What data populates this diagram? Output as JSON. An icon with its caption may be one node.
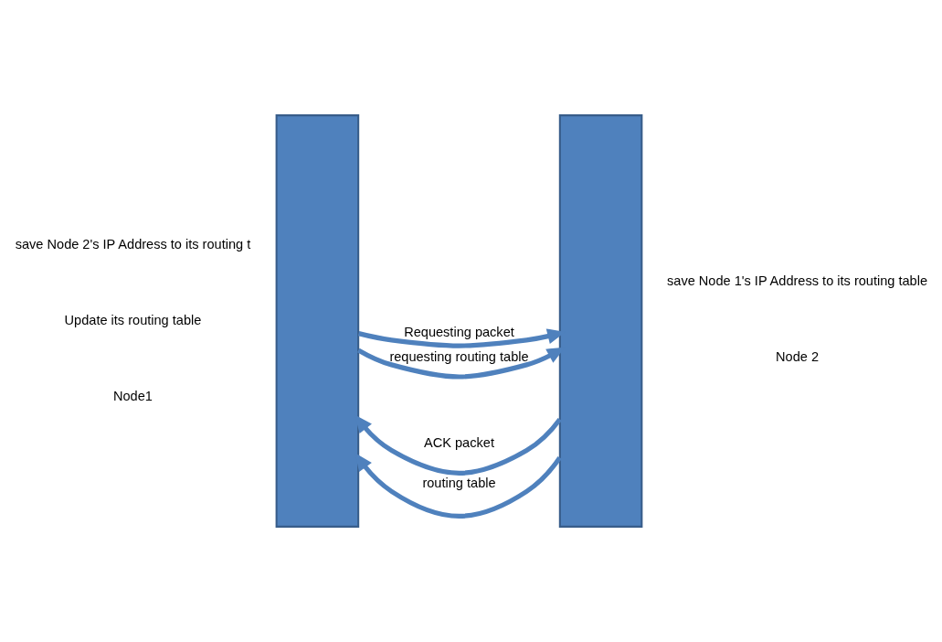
{
  "diagram": {
    "nodes": [
      {
        "text": [],
        "shape": "bar"
      },
      {
        "text": [],
        "shape": "bar"
      }
    ],
    "edges": [
      {
        "from": 0,
        "to": 1,
        "arrow": "to",
        "label": "Requesting packet"
      },
      {
        "from": 1,
        "to": 0,
        "arrow": "to",
        "label": "ACK packet"
      },
      {
        "from": 0,
        "to": 1,
        "arrow": "to",
        "label": "requesting routing table"
      },
      {
        "from": 1,
        "to": 0,
        "arrow": "to",
        "label": "routing table"
      }
    ],
    "labels": [
      "save Node 1's IP Address to its routing table",
      "save Node 2's IP Address to its routing t",
      "Update its routing table",
      "Node1",
      "Node 2"
    ]
  }
}
